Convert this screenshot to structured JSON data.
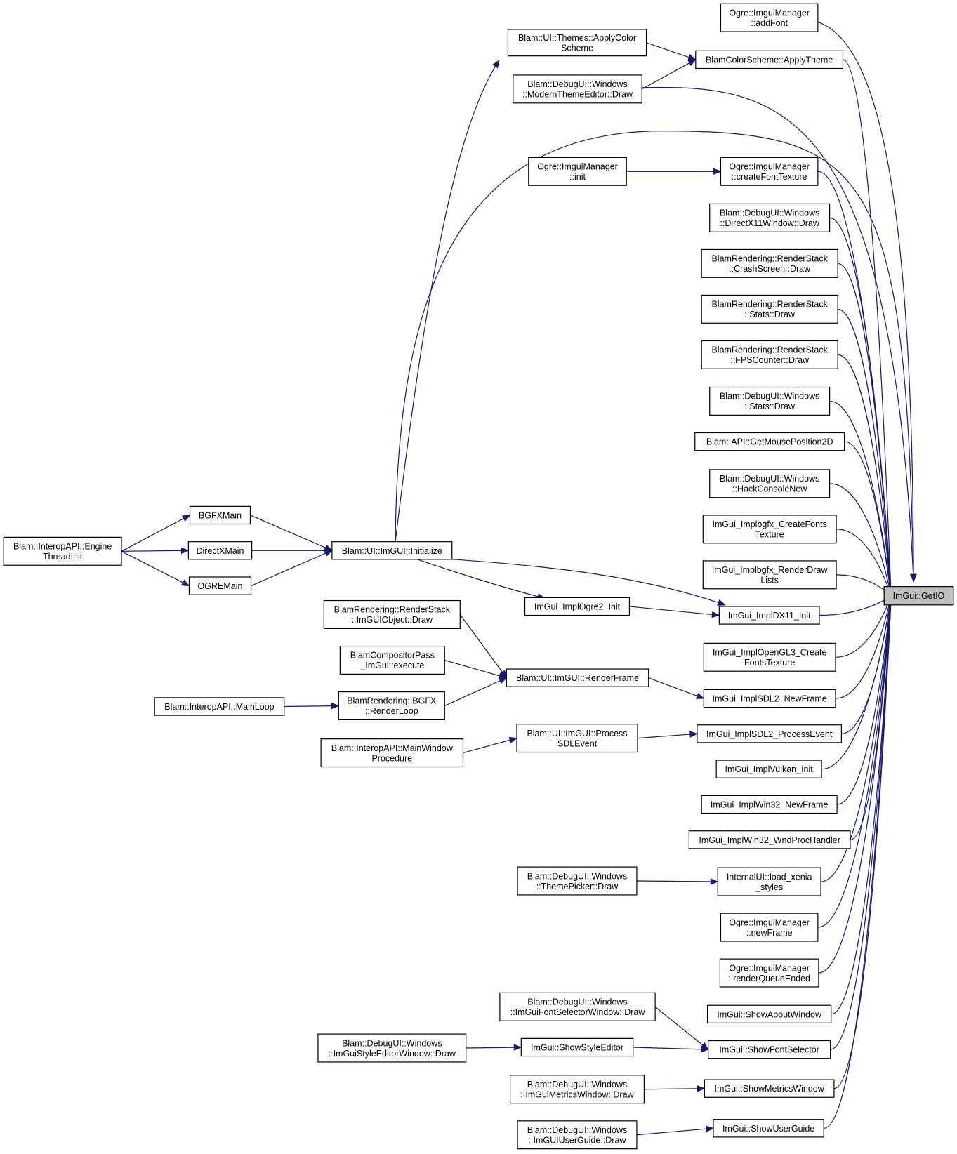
{
  "graph_title": "",
  "colors": {
    "edge": "#191970",
    "focus_fill": "#bfbfbf",
    "node_fill": "#ffffff",
    "node_stroke": "#000000"
  },
  "nodes": [
    {
      "id": "getio",
      "lines": [
        "ImGui::GetIO"
      ],
      "focus": true
    },
    {
      "id": "addfont",
      "lines": [
        "Ogre::ImguiManager",
        "::addFont"
      ]
    },
    {
      "id": "applycolor",
      "lines": [
        "Blam::UI::Themes::ApplyColor",
        "Scheme"
      ]
    },
    {
      "id": "applytheme",
      "lines": [
        "BlamColorScheme::ApplyTheme"
      ]
    },
    {
      "id": "modernthemeeditor",
      "lines": [
        "Blam::DebugUI::Windows",
        "::ModernThemeEditor::Draw"
      ]
    },
    {
      "id": "ogreinit",
      "lines": [
        "Ogre::ImguiManager",
        "::init"
      ]
    },
    {
      "id": "createfonttexture",
      "lines": [
        "Ogre::ImguiManager",
        "::createFontTexture"
      ]
    },
    {
      "id": "directx11window",
      "lines": [
        "Blam::DebugUI::Windows",
        "::DirectX11Window::Draw"
      ]
    },
    {
      "id": "crashscreen",
      "lines": [
        "BlamRendering::RenderStack",
        "::CrashScreen::Draw"
      ]
    },
    {
      "id": "rsstats",
      "lines": [
        "BlamRendering::RenderStack",
        "::Stats::Draw"
      ]
    },
    {
      "id": "fpscounter",
      "lines": [
        "BlamRendering::RenderStack",
        "::FPSCounter::Draw"
      ]
    },
    {
      "id": "winstats",
      "lines": [
        "Blam::DebugUI::Windows",
        "::Stats::Draw"
      ]
    },
    {
      "id": "mousepos",
      "lines": [
        "Blam::API::GetMousePosition2D"
      ]
    },
    {
      "id": "hackconsole",
      "lines": [
        "Blam::DebugUI::Windows",
        "::HackConsoleNew"
      ]
    },
    {
      "id": "bgfxfonts",
      "lines": [
        "ImGui_Implbgfx_CreateFonts",
        "Texture"
      ]
    },
    {
      "id": "bgfxrender",
      "lines": [
        "ImGui_Implbgfx_RenderDraw",
        "Lists"
      ]
    },
    {
      "id": "bgfxmain",
      "lines": [
        "BGFXMain"
      ]
    },
    {
      "id": "directxmain",
      "lines": [
        "DirectXMain"
      ]
    },
    {
      "id": "ogremain",
      "lines": [
        "OGREMain"
      ]
    },
    {
      "id": "enginethreadinit",
      "lines": [
        "Blam::InteropAPI::Engine",
        "ThreadInit"
      ]
    },
    {
      "id": "initialize",
      "lines": [
        "Blam::UI::ImGUI::Initialize"
      ]
    },
    {
      "id": "ogre2init",
      "lines": [
        "ImGui_ImplOgre2_Init"
      ]
    },
    {
      "id": "dx11init",
      "lines": [
        "ImGui_ImplDX11_Init"
      ]
    },
    {
      "id": "imguiobject",
      "lines": [
        "BlamRendering::RenderStack",
        "::ImGUIObject::Draw"
      ]
    },
    {
      "id": "opengl3fonts",
      "lines": [
        "ImGui_ImplOpenGL3_Create",
        "FontsTexture"
      ]
    },
    {
      "id": "compositorpass",
      "lines": [
        "BlamCompositorPass",
        "_ImGui::execute"
      ]
    },
    {
      "id": "renderframe",
      "lines": [
        "Blam::UI::ImGUI::RenderFrame"
      ]
    },
    {
      "id": "sdl2newframe",
      "lines": [
        "ImGui_ImplSDL2_NewFrame"
      ]
    },
    {
      "id": "mainloop",
      "lines": [
        "Blam::InteropAPI::MainLoop"
      ]
    },
    {
      "id": "bgfxrenderloop",
      "lines": [
        "BlamRendering::BGFX",
        "::RenderLoop"
      ]
    },
    {
      "id": "processsdlevent",
      "lines": [
        "Blam::UI::ImGUI::Process",
        "SDLEvent"
      ]
    },
    {
      "id": "sdl2processevent",
      "lines": [
        "ImGui_ImplSDL2_ProcessEvent"
      ]
    },
    {
      "id": "mainwindowproc",
      "lines": [
        "Blam::InteropAPI::MainWindow",
        "Procedure"
      ]
    },
    {
      "id": "vulkaninit",
      "lines": [
        "ImGui_ImplVulkan_Init"
      ]
    },
    {
      "id": "win32newframe",
      "lines": [
        "ImGui_ImplWin32_NewFrame"
      ]
    },
    {
      "id": "win32wndproc",
      "lines": [
        "ImGui_ImplWin32_WndProcHandler"
      ]
    },
    {
      "id": "themepicker",
      "lines": [
        "Blam::DebugUI::Windows",
        "::ThemePicker::Draw"
      ]
    },
    {
      "id": "xeniastyles",
      "lines": [
        "InternalUI::load_xenia",
        "_styles"
      ]
    },
    {
      "id": "ogrenewframe",
      "lines": [
        "Ogre::ImguiManager",
        "::newFrame"
      ]
    },
    {
      "id": "renderqueueended",
      "lines": [
        "Ogre::ImguiManager",
        "::renderQueueEnded"
      ]
    },
    {
      "id": "fontselectorwindow",
      "lines": [
        "Blam::DebugUI::Windows",
        "::ImGuiFontSelectorWindow::Draw"
      ]
    },
    {
      "id": "showaboutwindow",
      "lines": [
        "ImGui::ShowAboutWindow"
      ]
    },
    {
      "id": "styleeditorwindow",
      "lines": [
        "Blam::DebugUI::Windows",
        "::ImGuiStyleEditorWindow::Draw"
      ]
    },
    {
      "id": "showstyleeditor",
      "lines": [
        "ImGui::ShowStyleEditor"
      ]
    },
    {
      "id": "showfontselector",
      "lines": [
        "ImGui::ShowFontSelector"
      ]
    },
    {
      "id": "metricswindow",
      "lines": [
        "Blam::DebugUI::Windows",
        "::ImGuiMetricsWindow::Draw"
      ]
    },
    {
      "id": "showmetricswindow",
      "lines": [
        "ImGui::ShowMetricsWindow"
      ]
    },
    {
      "id": "userguide",
      "lines": [
        "Blam::DebugUI::Windows",
        "::ImGUIUserGuide::Draw"
      ]
    },
    {
      "id": "showuserguide",
      "lines": [
        "ImGui::ShowUserGuide"
      ]
    }
  ],
  "edges": [
    [
      "addfont",
      "getio"
    ],
    [
      "applycolor",
      "applytheme"
    ],
    [
      "modernthemeeditor",
      "applytheme"
    ],
    [
      "applytheme",
      "getio"
    ],
    [
      "modernthemeeditor",
      "getio"
    ],
    [
      "initialize",
      "applycolor"
    ],
    [
      "initialize",
      "getio"
    ],
    [
      "ogreinit",
      "createfonttexture"
    ],
    [
      "createfonttexture",
      "getio"
    ],
    [
      "directx11window",
      "getio"
    ],
    [
      "crashscreen",
      "getio"
    ],
    [
      "rsstats",
      "getio"
    ],
    [
      "fpscounter",
      "getio"
    ],
    [
      "winstats",
      "getio"
    ],
    [
      "mousepos",
      "getio"
    ],
    [
      "hackconsole",
      "getio"
    ],
    [
      "bgfxfonts",
      "getio"
    ],
    [
      "bgfxrender",
      "getio"
    ],
    [
      "enginethreadinit",
      "bgfxmain"
    ],
    [
      "enginethreadinit",
      "directxmain"
    ],
    [
      "enginethreadinit",
      "ogremain"
    ],
    [
      "bgfxmain",
      "initialize"
    ],
    [
      "directxmain",
      "initialize"
    ],
    [
      "ogremain",
      "initialize"
    ],
    [
      "initialize",
      "ogre2init"
    ],
    [
      "initialize",
      "dx11init"
    ],
    [
      "ogre2init",
      "dx11init"
    ],
    [
      "dx11init",
      "getio"
    ],
    [
      "opengl3fonts",
      "getio"
    ],
    [
      "imguiobject",
      "renderframe"
    ],
    [
      "compositorpass",
      "renderframe"
    ],
    [
      "bgfxrenderloop",
      "renderframe"
    ],
    [
      "mainloop",
      "bgfxrenderloop"
    ],
    [
      "renderframe",
      "sdl2newframe"
    ],
    [
      "sdl2newframe",
      "getio"
    ],
    [
      "mainwindowproc",
      "processsdlevent"
    ],
    [
      "processsdlevent",
      "sdl2processevent"
    ],
    [
      "sdl2processevent",
      "getio"
    ],
    [
      "vulkaninit",
      "getio"
    ],
    [
      "win32newframe",
      "getio"
    ],
    [
      "win32wndproc",
      "getio"
    ],
    [
      "themepicker",
      "xeniastyles"
    ],
    [
      "xeniastyles",
      "getio"
    ],
    [
      "ogrenewframe",
      "getio"
    ],
    [
      "renderqueueended",
      "getio"
    ],
    [
      "showaboutwindow",
      "getio"
    ],
    [
      "fontselectorwindow",
      "showfontselector"
    ],
    [
      "styleeditorwindow",
      "showstyleeditor"
    ],
    [
      "showstyleeditor",
      "showfontselector"
    ],
    [
      "showfontselector",
      "getio"
    ],
    [
      "metricswindow",
      "showmetricswindow"
    ],
    [
      "showmetricswindow",
      "getio"
    ],
    [
      "userguide",
      "showuserguide"
    ],
    [
      "showuserguide",
      "getio"
    ]
  ]
}
